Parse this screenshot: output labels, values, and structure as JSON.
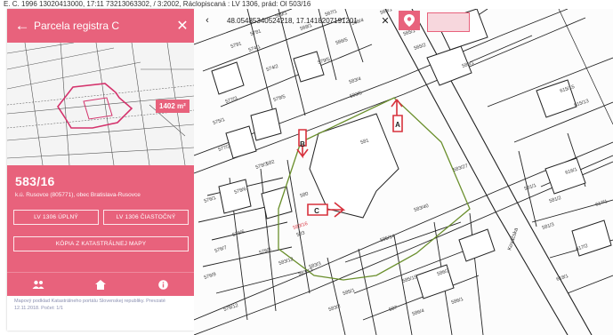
{
  "top_strip": {
    "text": "E. C. 1996 13020413000, 17:11 73213063302, / 3:2002, Ráclopiscaná : LV 1306, prád: Ol 503/16"
  },
  "panel": {
    "title": "Parcela registra C",
    "area_badge": "1402 m²",
    "parcel_id": "583/16",
    "parcel_sub": "k.ú. Rusovce (805771), obec Bratislava-Rusovce",
    "buttons": {
      "lv_full": "LV 1306 ÚPLNÝ",
      "lv_partial": "LV 1306 ČIASTOČNÝ",
      "map_copy": "KÓPIA Z KATASTRÁLNEJ MAPY"
    },
    "footnote": "Mapový podklad Katastrálneho portálu Slovenskej republiky. Prevzaté 12.11.2018. Počet: 1/1"
  },
  "map": {
    "coords": "48.05485340524218, 17.14182071912​01",
    "markers": [
      "A",
      "B",
      "C"
    ],
    "labels": [
      {
        "t": "583/16"
      },
      {
        "t": "583/13"
      },
      {
        "t": "583/5"
      },
      {
        "t": "583/4"
      },
      {
        "t": "583/12"
      },
      {
        "t": "583/3"
      },
      {
        "t": "583/2"
      },
      {
        "t": "581"
      },
      {
        "t": "583/40"
      },
      {
        "t": "583/27"
      },
      {
        "t": "575/1"
      },
      {
        "t": "577/3"
      },
      {
        "t": "577/2"
      },
      {
        "t": "574/1"
      },
      {
        "t": "574/2"
      },
      {
        "t": "576/1"
      },
      {
        "t": "576/6"
      },
      {
        "t": "576/7"
      },
      {
        "t": "576/8"
      },
      {
        "t": "576/9"
      },
      {
        "t": "576/12"
      },
      {
        "t": "578/3"
      },
      {
        "t": "578/5"
      },
      {
        "t": "578/6"
      },
      {
        "t": "579/5"
      },
      {
        "t": "580"
      },
      {
        "t": "582"
      },
      {
        "t": "583"
      },
      {
        "t": "585/1"
      },
      {
        "t": "585/14"
      },
      {
        "t": "585/15"
      },
      {
        "t": "586/1"
      },
      {
        "t": "586/2"
      },
      {
        "t": "586/4"
      },
      {
        "t": "587"
      },
      {
        "t": "588/1"
      },
      {
        "t": "589/1"
      },
      {
        "t": "581/1"
      },
      {
        "t": "581/2"
      },
      {
        "t": "581/3"
      },
      {
        "t": "615/13"
      },
      {
        "t": "615/15"
      },
      {
        "t": "616/1"
      },
      {
        "t": "617/1"
      },
      {
        "t": "617/2"
      },
      {
        "t": "618/1"
      },
      {
        "t": "565/1"
      },
      {
        "t": "565/2"
      },
      {
        "t": "566/1"
      },
      {
        "t": "566/4"
      },
      {
        "t": "566/5"
      },
      {
        "t": "567/1"
      },
      {
        "t": "568/1"
      },
      {
        "t": "569/1"
      },
      {
        "t": "5781"
      },
      {
        "t": "5791"
      }
    ],
    "street_label": "Kováčska"
  },
  "colors": {
    "accent": "#e8627c",
    "boundary": "#6a8f2c",
    "marker": "#d7313c"
  }
}
